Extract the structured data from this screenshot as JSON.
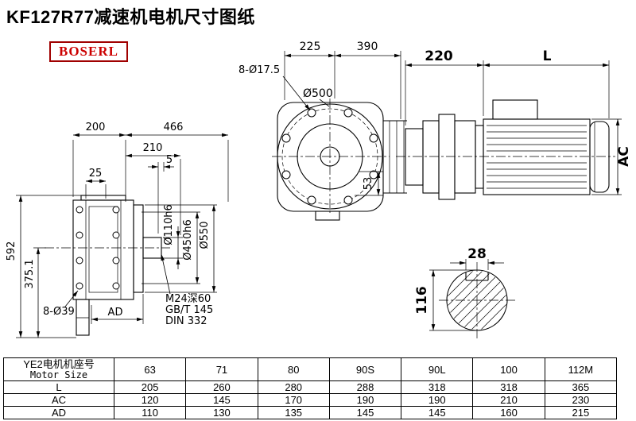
{
  "title": "KF127R77减速机电机尺寸图纸",
  "logo": {
    "text": "BOSERL",
    "color": "#cc0000"
  },
  "colors": {
    "line": "#000000",
    "background": "#ffffff",
    "logo_border": "#a00000"
  },
  "drawing": {
    "front_view": {
      "bolt_holes": "8-Ø17.5",
      "flange_dia": "Ø500",
      "dim_225": "225",
      "dim_390": "390",
      "dim_53": "53"
    },
    "motor_view": {
      "dim_220": "220",
      "dim_L": "L",
      "dim_AC": "AC"
    },
    "side_view": {
      "dim_200": "200",
      "dim_466": "466",
      "dim_210": "210",
      "dim_5": "5",
      "dim_25": "25",
      "dim_592": "592",
      "dim_375": "375.1",
      "holes": "8-Ø39",
      "dim_AD": "AD",
      "shaft_dia": "Ø110h6",
      "spigot_dia": "Ø450h6",
      "flange_od": "Ø550",
      "tap_hole": "M24深60",
      "standard_1": "GB/T 145",
      "standard_2": "DIN 332"
    },
    "shaft_section": {
      "key_width": "28",
      "shaft_dia": "116"
    }
  },
  "table": {
    "header_cn": "YE2电机机座号",
    "header_en": "Motor Size",
    "frame_sizes": [
      "63",
      "71",
      "80",
      "90S",
      "90L",
      "100",
      "112M"
    ],
    "rows": [
      {
        "label": "L",
        "values": [
          "205",
          "260",
          "280",
          "288",
          "318",
          "318",
          "365"
        ]
      },
      {
        "label": "AC",
        "values": [
          "120",
          "145",
          "170",
          "190",
          "190",
          "210",
          "230"
        ]
      },
      {
        "label": "AD",
        "values": [
          "110",
          "130",
          "135",
          "145",
          "145",
          "160",
          "215"
        ]
      }
    ]
  }
}
